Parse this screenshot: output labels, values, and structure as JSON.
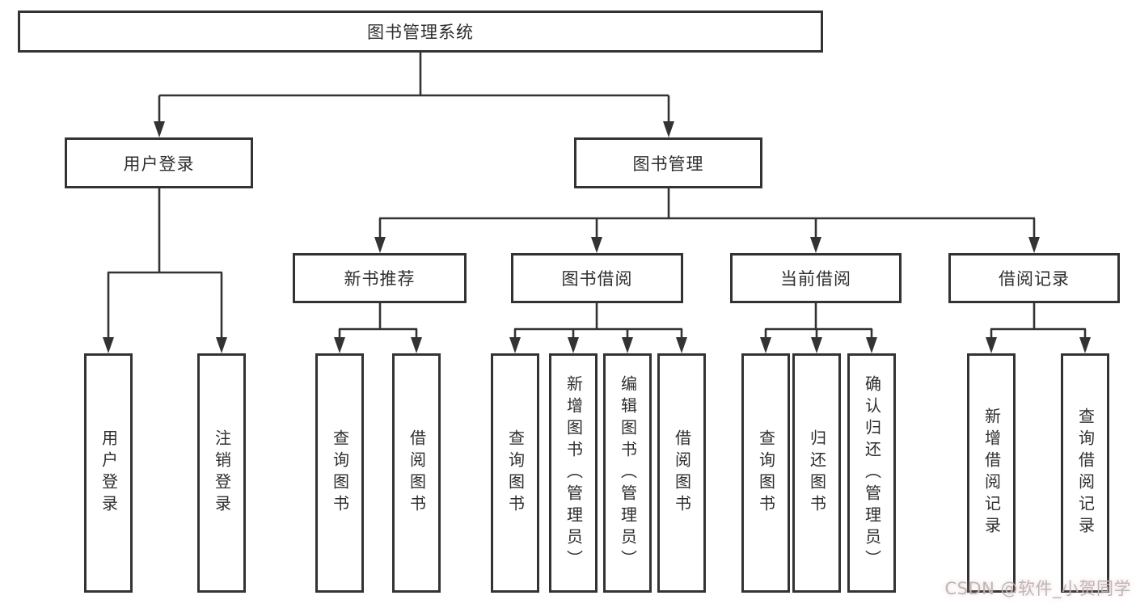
{
  "tree": {
    "root": {
      "label": "图书管理系统"
    },
    "branches": [
      {
        "label": "用户登录",
        "children": [
          {
            "label": "用户登录"
          },
          {
            "label": "注销登录"
          }
        ]
      },
      {
        "label": "图书管理",
        "children": [
          {
            "label": "新书推荐",
            "children": [
              {
                "label": "查询图书"
              },
              {
                "label": "借阅图书"
              }
            ]
          },
          {
            "label": "图书借阅",
            "children": [
              {
                "label": "查询图书"
              },
              {
                "label": "新增图书（管理员）"
              },
              {
                "label": "编辑图书（管理员）"
              },
              {
                "label": "借阅图书"
              }
            ]
          },
          {
            "label": "当前借阅",
            "children": [
              {
                "label": "查询图书"
              },
              {
                "label": "归还图书"
              },
              {
                "label": "确认归还（管理员）"
              }
            ]
          },
          {
            "label": "借阅记录",
            "children": [
              {
                "label": "新增借阅记录"
              },
              {
                "label": "查询借阅记录"
              }
            ]
          }
        ]
      }
    ]
  },
  "watermark": {
    "text": "CSDN @软件_小贺同学"
  },
  "colors": {
    "line": "#333333",
    "border": "#333333",
    "text": "#2e2e2e",
    "watermark": "#b9b9b9",
    "background": "#ffffff"
  }
}
